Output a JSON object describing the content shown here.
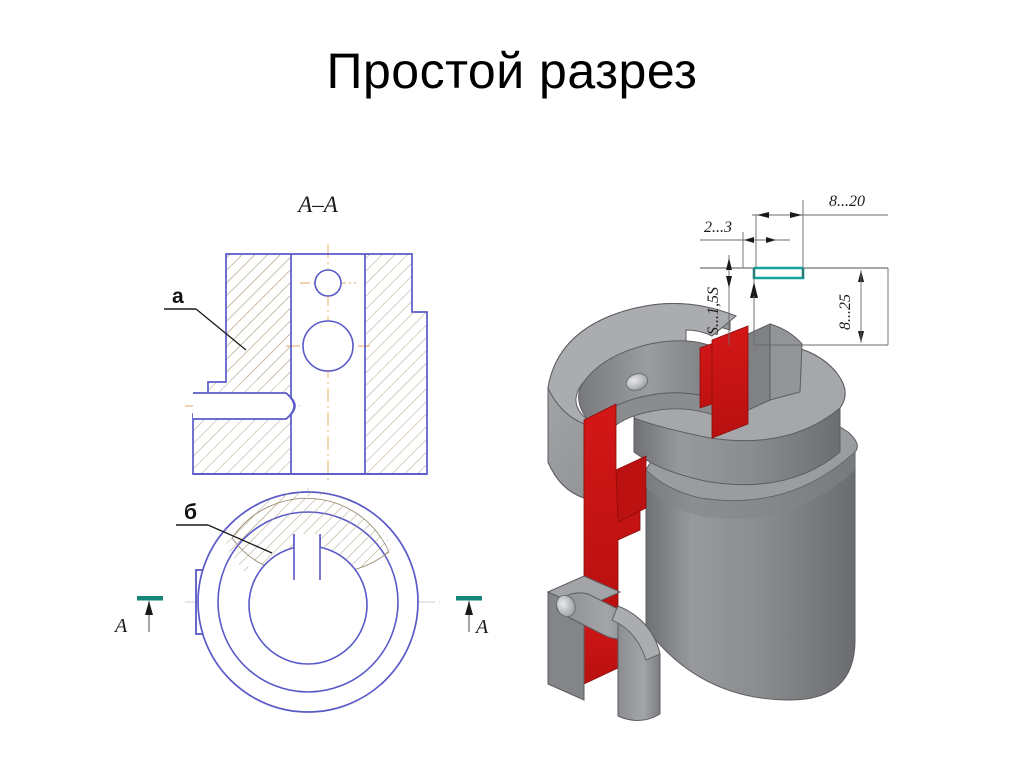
{
  "slide": {
    "title": "Простой разрез",
    "background_color": "#ffffff",
    "title_color": "#000000"
  },
  "drawing_colors": {
    "outline": "#5a5ac8",
    "hatch": "#b9a98a",
    "centerline": "#e0a85a",
    "leader": "#1a1a1a",
    "section_marker": "#17867a",
    "model_body": "#8d8f92",
    "model_cut": "#cc1414",
    "dimension_line": "#6b6b6b",
    "dimension_highlight": "#12a39a"
  },
  "section_view": {
    "name": "section-view-a-a",
    "title": "A–A",
    "callout_label": "а"
  },
  "plan_view": {
    "name": "plan-view",
    "callout_label": "б",
    "section_marker_left": "A",
    "section_marker_right": "A"
  },
  "dimension_diagram": {
    "name": "groove-dimension-diagram",
    "dim_top": "8...20",
    "dim_left": "2...3",
    "dim_vertical_left": "S...1,5S",
    "dim_vertical_right": "8...25"
  },
  "model_3d": {
    "name": "isometric-cutaway-model",
    "description": "Cylindrical bushing with quarter cutaway"
  }
}
